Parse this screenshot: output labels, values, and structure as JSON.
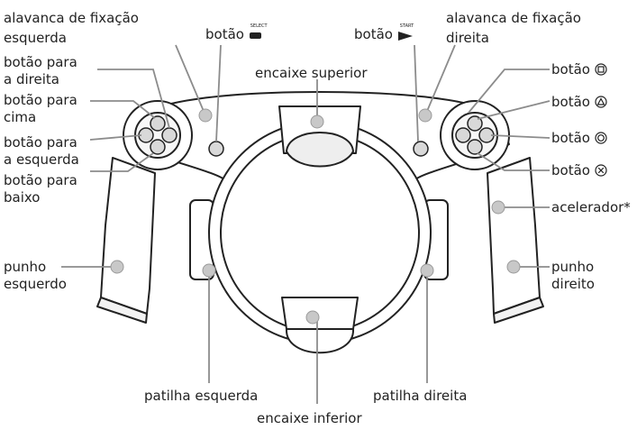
{
  "labels": {
    "left_lock_lever": [
      "alavanca de fixação",
      "esquerda"
    ],
    "select_button": "botão",
    "select_mark": "SELECT",
    "start_button": "botão",
    "start_mark": "START",
    "right_lock_lever": [
      "alavanca de fixação",
      "direita"
    ],
    "right_button": [
      "botão para",
      "a direita"
    ],
    "top_mount": "encaixe superior",
    "up_button": [
      "botão para",
      "cima"
    ],
    "left_button": [
      "botão para",
      "a esquerda"
    ],
    "down_button": [
      "botão para",
      "baixo"
    ],
    "square_button": "botão",
    "triangle_button": "botão",
    "circle_button": "botão",
    "cross_button": "botão",
    "accelerator": "acelerador*",
    "left_grip": [
      "punho",
      "esquerdo"
    ],
    "right_grip": [
      "punho",
      "direito"
    ],
    "left_paddle": "patilha esquerda",
    "right_paddle": "patilha direita",
    "bottom_mount": "encaixe inferior"
  },
  "icons": {
    "square": "square-icon",
    "triangle": "triangle-icon",
    "circle": "circle-icon",
    "cross": "cross-icon",
    "select": "select-button-icon",
    "start": "start-button-icon"
  },
  "colors": {
    "body_fill": "#ffffff",
    "outline": "#222222",
    "button_fill": "#d9d9d9",
    "leader_line": "#8c8c8c",
    "leader_dot": "#c8c8c8"
  }
}
